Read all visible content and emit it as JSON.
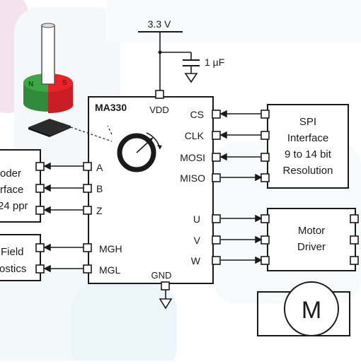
{
  "chip": {
    "name": "MA330",
    "vdd": "VDD",
    "gnd": "GND"
  },
  "power": {
    "voltage": "3.3 V",
    "capacitor": "1 µF"
  },
  "pins": {
    "right": [
      "CS",
      "CLK",
      "MOSI",
      "MISO",
      "U",
      "V",
      "W"
    ],
    "left": [
      "A",
      "B",
      "Z",
      "MGH",
      "MGL"
    ]
  },
  "spi_box": {
    "line1": "SPI",
    "line2": "Interface",
    "line3": "9 to 14 bit",
    "line4": "Resolution"
  },
  "motor_driver": {
    "line1": "Motor",
    "line2": "Driver"
  },
  "encoder_box": {
    "line1": "oder",
    "line2": "rface",
    "line3": "24 ppr"
  },
  "field_box": {
    "line1": "Field",
    "line2": "ostics"
  },
  "motor": {
    "label": "M"
  },
  "magnet": {
    "north": "N",
    "south": "S"
  },
  "colors": {
    "magnet_red": "#e8242b",
    "magnet_green": "#3aa845",
    "box_stroke": "#1a1a1a",
    "pad_fill": "#ffffff"
  }
}
